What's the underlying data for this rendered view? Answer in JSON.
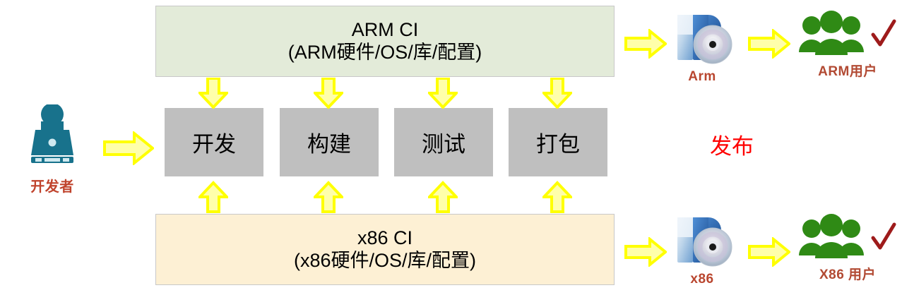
{
  "diagram": {
    "title": "ARM/x86 CI pipeline diagram",
    "ci_bands": [
      {
        "id": "arm-ci",
        "line1": "ARM CI",
        "line2": "(ARM硬件/OS/库/配置)",
        "fill": "#e3ebd9",
        "border": "#c8c8c8"
      },
      {
        "id": "x86-ci",
        "line1": "x86 CI",
        "line2": "(x86硬件/OS/库/配置)",
        "fill": "#fdf0d4",
        "border": "#c8c8c8"
      }
    ],
    "stages": [
      {
        "label": "开发"
      },
      {
        "label": "构建"
      },
      {
        "label": "测试"
      },
      {
        "label": "打包"
      }
    ],
    "stage_fill": "#bfbfbf",
    "actors": {
      "developer": {
        "caption": "开发者",
        "icon": "person-at-laptop-icon",
        "icon_color": "#18728c",
        "caption_color": "#c0432c"
      },
      "package_arm": {
        "caption": "Arm",
        "icon": "software-box-with-disc-icon",
        "caption_color": "#b9462f"
      },
      "package_x86": {
        "caption": "x86",
        "icon": "software-box-with-disc-icon",
        "caption_color": "#b9462f"
      },
      "users_arm": {
        "caption": "ARM用户",
        "icon": "users-group-icon",
        "icon_color": "#2f8a15",
        "check": "✓",
        "check_color": "#9e1b1b",
        "caption_color": "#b24a33"
      },
      "users_x86": {
        "caption": "X86 用户",
        "icon": "users-group-icon",
        "icon_color": "#2f8a15",
        "check": "✓",
        "check_color": "#9e1b1b",
        "caption_color": "#b24a33"
      }
    },
    "release": {
      "label": "发布",
      "color": "#ff0000"
    },
    "arrows": {
      "fill": "#ffffaa",
      "stroke": "#ffff00",
      "down_count": 4,
      "up_count": 4,
      "right_count": 5,
      "names": [
        "arrow-developer-to-pipeline",
        "arrow-armci-to-develop",
        "arrow-armci-to-build",
        "arrow-armci-to-test",
        "arrow-armci-to-package",
        "arrow-x86ci-to-develop",
        "arrow-x86ci-to-build",
        "arrow-x86ci-to-test",
        "arrow-x86ci-to-package",
        "arrow-package-to-arm-artifact",
        "arrow-arm-artifact-to-users",
        "arrow-package-to-x86-artifact",
        "arrow-x86-artifact-to-users"
      ]
    }
  }
}
